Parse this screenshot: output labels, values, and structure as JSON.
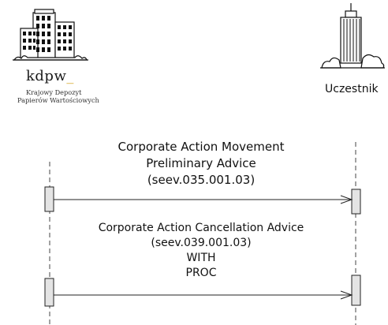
{
  "logo": {
    "brand": "kdpw",
    "brand_mark": "_",
    "line1": "Krajowy Depozyt",
    "line2": "Papierów Wartościowych"
  },
  "participant": {
    "label": "Uczestnik"
  },
  "messages": [
    {
      "lines": [
        "Corporate Action Movement",
        "Preliminary Advice",
        "(seev.035.001.03)"
      ]
    },
    {
      "lines": [
        "Corporate Action Cancellation Advice",
        "(seev.039.001.03)",
        "WITH",
        "PROC"
      ]
    }
  ],
  "colors": {
    "lifeline": "#444444",
    "activation_fill": "#e4e4e4",
    "arrow": "#222222",
    "accent": "#d4a017"
  },
  "icons": {
    "left": "office-building-icon",
    "right": "skyscraper-icon"
  }
}
